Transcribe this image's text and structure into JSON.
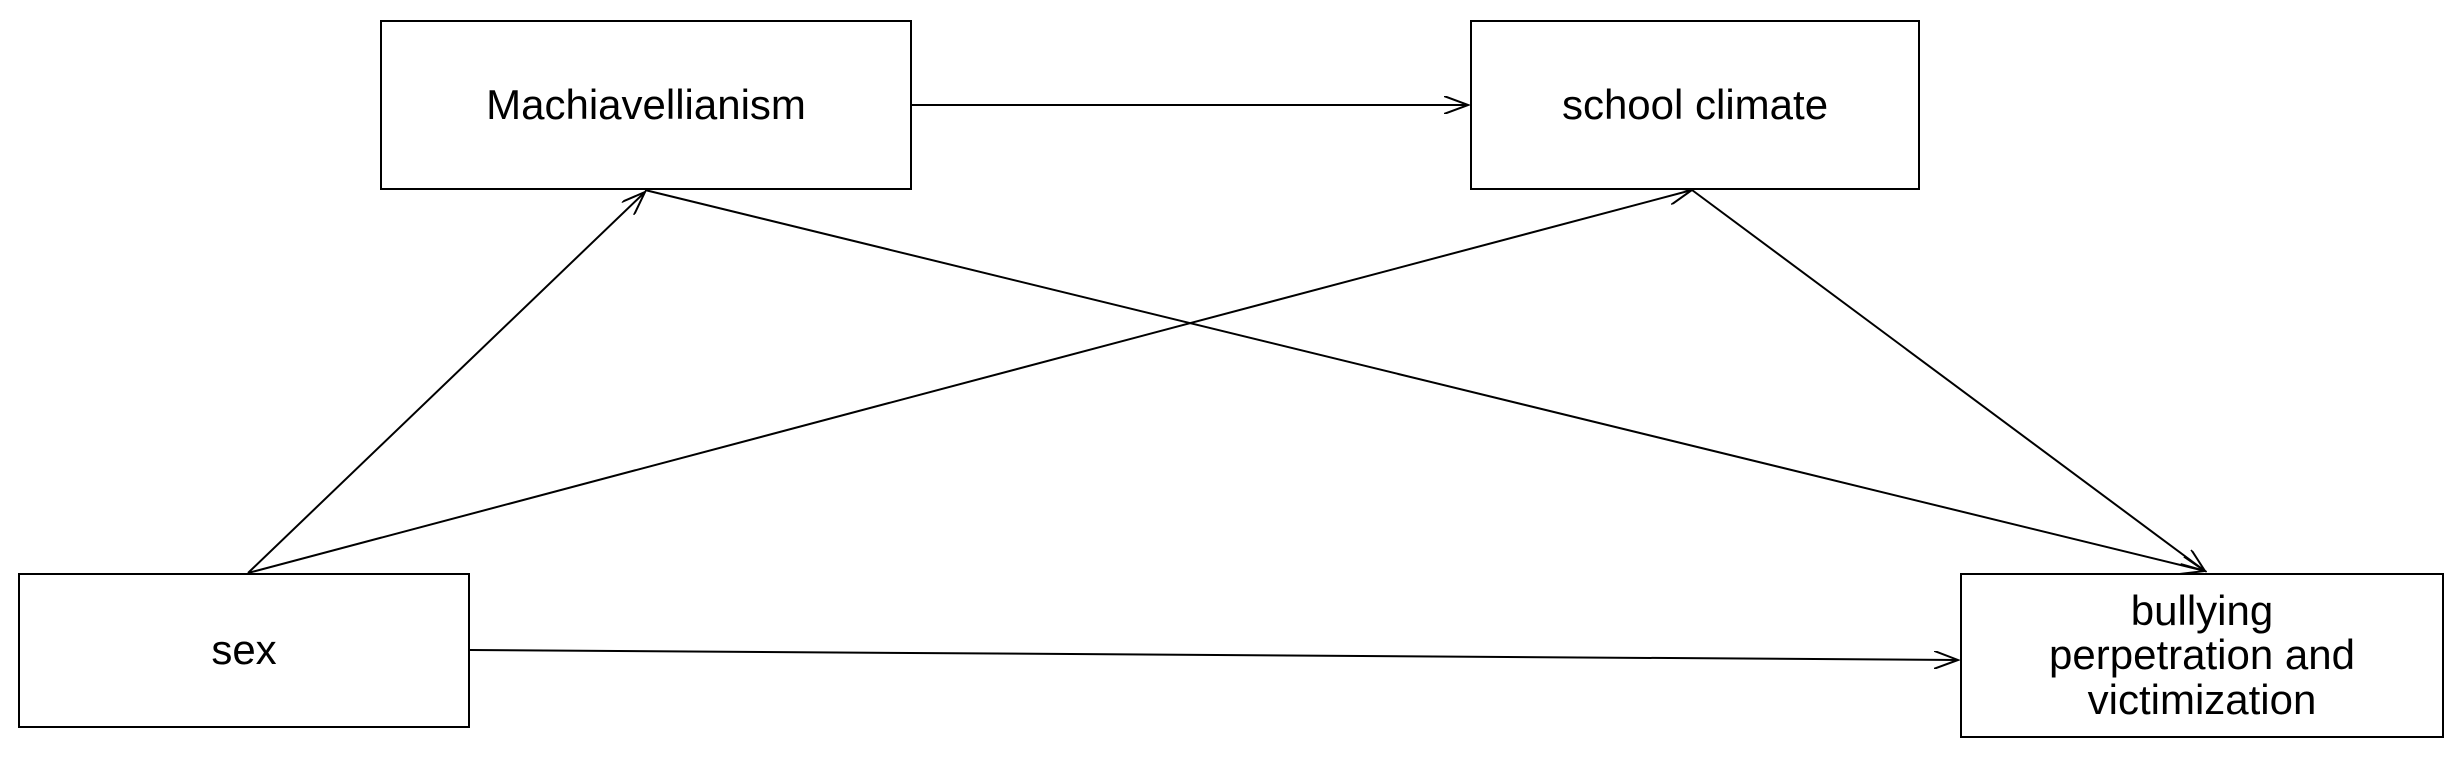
{
  "nodes": {
    "machiavellianism": "Machiavellianism",
    "school_climate": "school climate",
    "sex": "sex",
    "bullying": [
      "bullying",
      "perpetration and",
      "victimization"
    ]
  },
  "colors": {
    "stroke": "#000000",
    "background": "#ffffff"
  }
}
